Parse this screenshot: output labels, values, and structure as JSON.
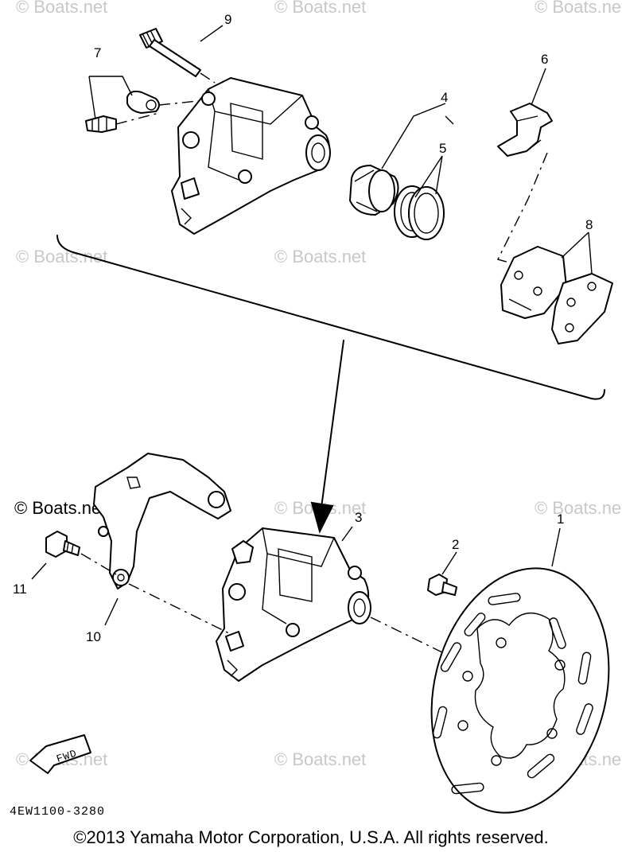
{
  "watermarks": [
    "© Boats.net",
    "© Boats.net",
    "© Boats.net",
    "© Boats.net",
    "© Boats.net",
    "© Boats.net",
    "© Boats.net",
    "© Boats.net",
    "© Boats.net",
    "© Boats.net",
    "© Boats.net"
  ],
  "callouts": {
    "c1": "1",
    "c2": "2",
    "c3": "3",
    "c4": "4",
    "c5": "5",
    "c6": "6",
    "c7": "7",
    "c8": "8",
    "c9": "9",
    "c10": "10",
    "c11": "11"
  },
  "fwd_label": "FWD",
  "diagram_code": "4EW1100-3280",
  "copyright": "©2013 Yamaha Motor Corporation, U.S.A. All rights reserved."
}
